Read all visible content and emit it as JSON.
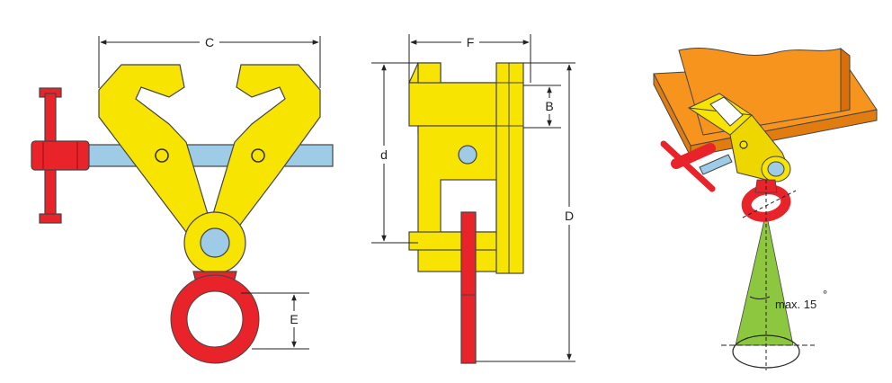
{
  "figure": {
    "dimension_labels": {
      "c": "C",
      "f": "F",
      "b": "B",
      "d_small": "d",
      "d_large": "D",
      "e": "E"
    },
    "angle_label": "max. 15",
    "degree_symbol": "°"
  },
  "colors": {
    "yellow": "#f7e400",
    "red": "#e8232a",
    "blue": "#9ecbe6",
    "orange": "#f7941d",
    "green": "#8dc63f"
  }
}
